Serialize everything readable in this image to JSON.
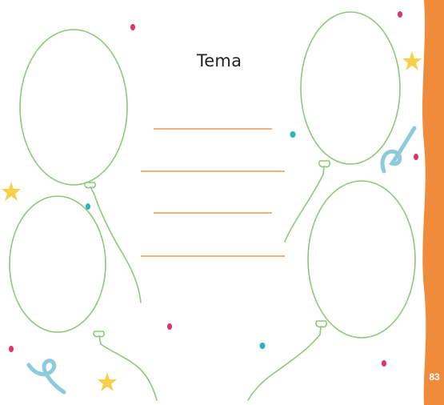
{
  "worksheet": {
    "title": "Tema",
    "page_number": "83",
    "writing_lines": 4,
    "balloons": 4
  },
  "colors": {
    "balloon_outline": "#8cc97a",
    "writing_line": "#f4a468",
    "side_band": "#f18b3c",
    "dot_pink": "#e0326e",
    "dot_teal": "#2cb4b8",
    "star_yellow": "#f6d04a",
    "ribbon_blue": "#8ccbdc"
  }
}
